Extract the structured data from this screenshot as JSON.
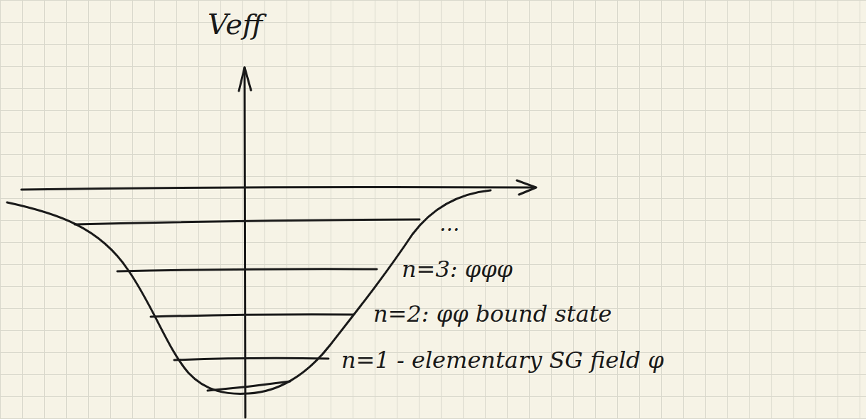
{
  "diagram": {
    "labels": [
      "Veff",
      "...",
      "n=3: φφφ",
      "n=2: φφ bound state",
      "n=1 - elementary SG field φ"
    ]
  }
}
